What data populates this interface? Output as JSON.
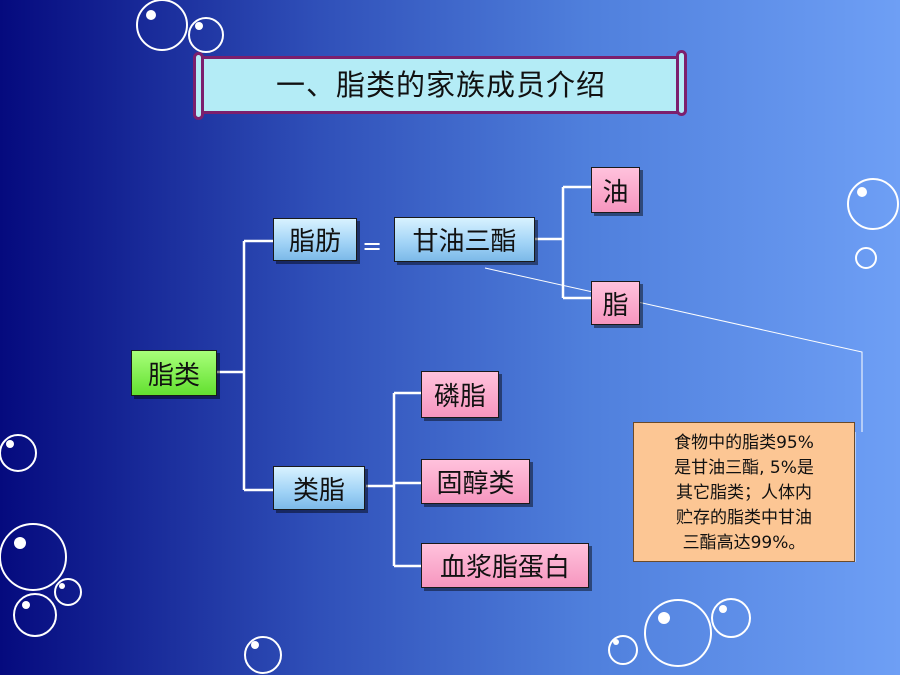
{
  "title": "一、脂类的家族成员介绍",
  "nodes": {
    "lipid": "脂类",
    "fat": "脂肪",
    "equals": "=",
    "triglyceride": "甘油三酯",
    "oil": "油",
    "grease": "脂",
    "lipoid": "类脂",
    "phospholipid": "磷脂",
    "sterol": "固醇类",
    "lipoprotein": "血浆脂蛋白"
  },
  "note": {
    "lines": [
      "食物中的脂类95%",
      "是甘油三酯, 5%是",
      "其它脂类；人体内",
      "贮存的脂类中甘油",
      "三酯高达99%。"
    ]
  },
  "colors": {
    "background_dark": "#050a7e",
    "background_light": "#6e9ff5",
    "scroll_fill": "#b4ecf6",
    "scroll_border": "#7c1f6d",
    "node_blue": "#9fd2f6",
    "node_green": "#63e030",
    "node_pink": "#f696bf",
    "note_fill": "#fcc694",
    "connector": "#ffffff"
  }
}
